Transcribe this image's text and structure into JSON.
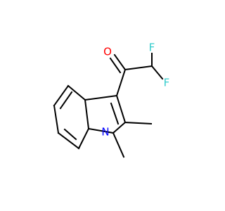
{
  "molecule": {
    "atoms": {
      "oxygen": "O",
      "fluorine_1": "F",
      "fluorine_2": "F",
      "nitrogen": "N"
    },
    "colors": {
      "oxygen": "#ff0000",
      "fluorine": "#33cccc",
      "nitrogen": "#0000ff",
      "bond": "#000000",
      "background": "#ffffff"
    }
  }
}
